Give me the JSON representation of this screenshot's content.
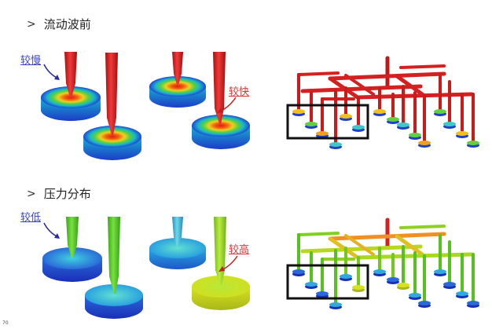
{
  "sections": [
    {
      "chevron": ">",
      "title": "流动波前"
    },
    {
      "chevron": ">",
      "title": "压力分布"
    }
  ],
  "labels": {
    "slower": "较慢",
    "faster": "较快",
    "lower": "较低",
    "higher": "较高"
  },
  "page_number": "70",
  "colors": {
    "flow_nozzle": "#d42a2a",
    "runner_red": "#d41f1f",
    "callout_blue": "#3a44c8",
    "callout_red": "#d83838",
    "highlight_box": "#111111"
  }
}
